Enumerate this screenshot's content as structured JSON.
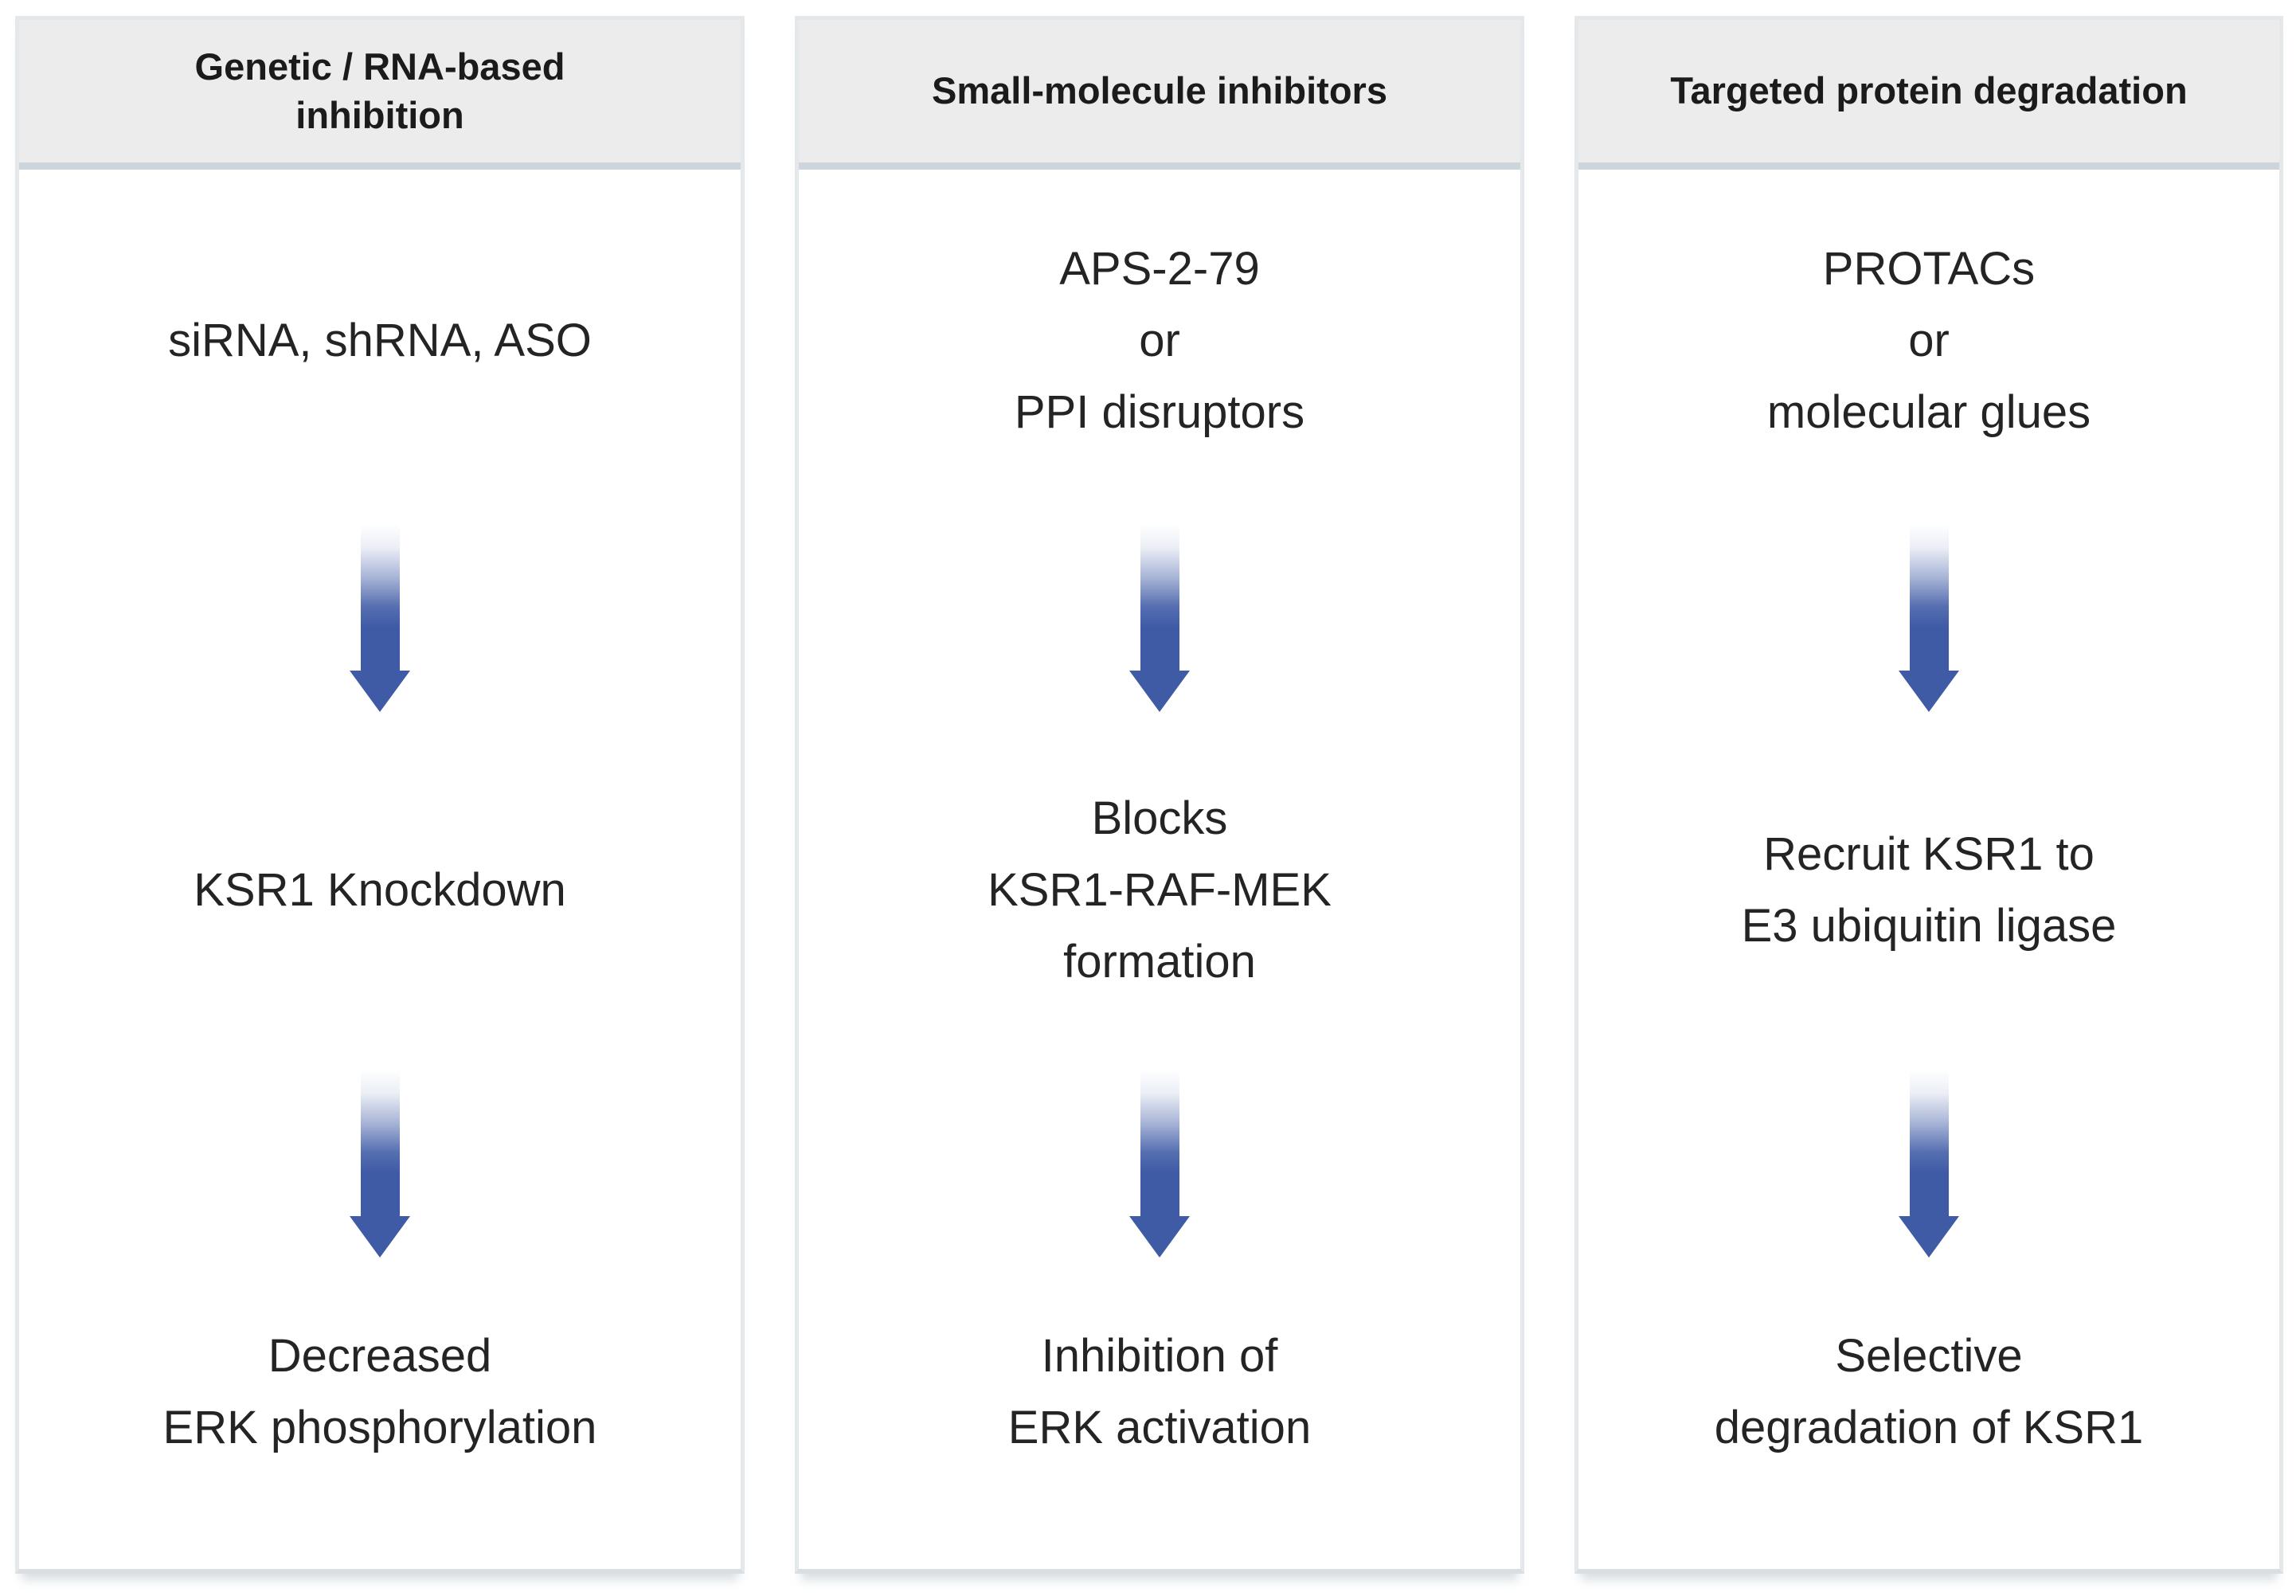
{
  "diagram_title": "KSR1 inhibition strategies flowchart",
  "colors": {
    "arrow_blue": "#3F5BA6",
    "header_background": "#ECECEC",
    "header_divider": "#CCD5DB",
    "column_border": "#E5E8EB",
    "text": "#212121",
    "background": "#FFFFFF"
  },
  "icons": {
    "arrow": "down-arrow"
  },
  "columns": [
    {
      "id": "genetic-rna-inhibition",
      "header": "Genetic / RNA-based\ninhibition",
      "stage1": "siRNA, shRNA, ASO",
      "stage2": "KSR1 Knockdown",
      "stage3": "Decreased\nERK phosphorylation"
    },
    {
      "id": "small-molecule-inhibitors",
      "header": "Small-molecule inhibitors",
      "stage1": "APS-2-79\nor\nPPI disruptors",
      "stage2": "Blocks\nKSR1-RAF-MEK\nformation",
      "stage3": "Inhibition of\nERK activation"
    },
    {
      "id": "targeted-protein-degradation",
      "header": "Targeted protein degradation",
      "stage1": "PROTACs\nor\nmolecular glues",
      "stage2": "Recruit KSR1 to\nE3 ubiquitin ligase",
      "stage3": "Selective\ndegradation of KSR1"
    }
  ]
}
